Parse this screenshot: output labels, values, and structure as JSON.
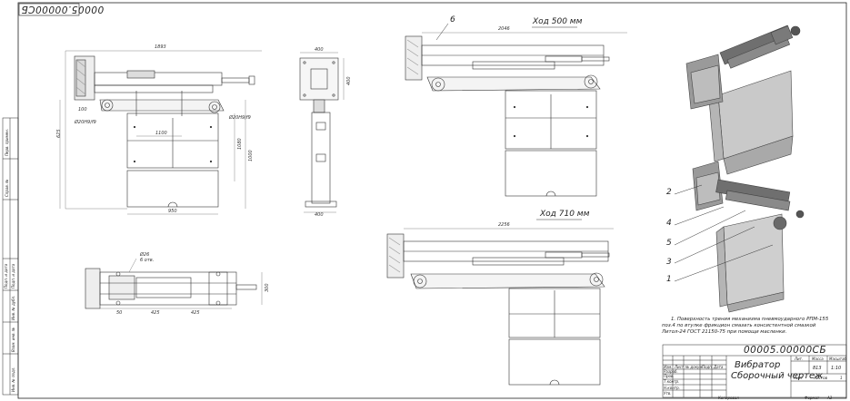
{
  "corner_number": "00005.00000СБ",
  "headings": {
    "stroke_500": "Ход 500 мм",
    "stroke_710": "Ход 710 мм"
  },
  "dims": {
    "front_top": "1893",
    "front_left": "625",
    "front_right": "1080",
    "front_right2": "1000",
    "front_bottom": "950",
    "front_mid": "1100",
    "front_hole_a": "Ø20H9/f9",
    "front_hole_b": "Ø20H9/f9",
    "front_small": "100",
    "side_top": "400",
    "side_right": "400",
    "side_bottom": "400",
    "top_left": "Ø26",
    "top_left2": "6 отв.",
    "top_right": "300",
    "top_a": "50",
    "top_b": "425",
    "top_c": "425",
    "v500_top": "2046",
    "v710_top": "2256"
  },
  "callouts": {
    "c6": "6",
    "c2": "2",
    "c4": "4",
    "c5": "5",
    "c3": "3",
    "c1": "1"
  },
  "notes": [
    "1. Поверхность трения механизма пневмоударного РПМ-155",
    "поз.4 по втулке фрикцион смазать консистентной смазкой",
    "Литол-24 ГОСТ 21150-75 при помощи масленки."
  ],
  "title_block": {
    "designation": "00005.00000СБ",
    "name_line1": "Вибратор",
    "name_line2": "Сборочный чертеж",
    "col_lit": "Лит.",
    "col_mass": "Масса",
    "col_scale": "Масштаб",
    "mass_val": "813",
    "scale_val": "1:10",
    "sheet_label": "Лист",
    "sheets_label": "Листов",
    "sheets_val": "1",
    "rows": [
      "Изм.",
      "Лист",
      "№ докум.",
      "Подп.",
      "Дата"
    ],
    "roles": [
      "Разраб.",
      "Пров.",
      "Т.контр.",
      "Н.контр.",
      "Утв."
    ]
  },
  "footer": {
    "copied": "Копировал",
    "format": "Формат",
    "format_val": "А3"
  },
  "side_strip": [
    "Перв. примен.",
    "Справ. №",
    "Подп. и дата",
    "Инв. № дубл.",
    "Взам. инв. №",
    "Подп. и дата",
    "Инв. № подл."
  ]
}
